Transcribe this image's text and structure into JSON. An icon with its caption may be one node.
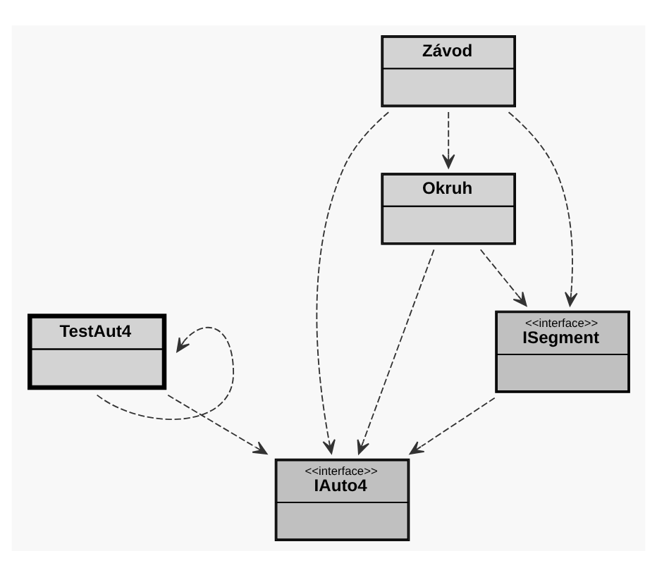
{
  "diagram": {
    "nodes": [
      {
        "text": [
          "TestAut4"
        ]
      },
      {
        "text": [
          "<<interface>>",
          "IAuto4"
        ]
      },
      {
        "text": [
          "Závod"
        ]
      },
      {
        "text": [
          "Okruh"
        ]
      },
      {
        "text": [
          "<<interface>>",
          "ISegment"
        ]
      }
    ],
    "edges": [
      {
        "from": 0,
        "to": 0,
        "arrow": "to",
        "style": "dashed"
      },
      {
        "from": 0,
        "to": 1,
        "arrow": "to",
        "style": "dashed"
      },
      {
        "from": 2,
        "to": 1,
        "arrow": "to",
        "style": "dashed"
      },
      {
        "from": 4,
        "to": 1,
        "arrow": "to",
        "style": "dashed"
      },
      {
        "from": 3,
        "to": 1,
        "arrow": "to",
        "style": "dashed"
      },
      {
        "from": 2,
        "to": 3,
        "arrow": "to",
        "style": "dashed"
      },
      {
        "from": 2,
        "to": 4,
        "arrow": "to",
        "style": "dashed"
      },
      {
        "from": 3,
        "to": 4,
        "arrow": "to",
        "style": "dashed"
      }
    ]
  }
}
